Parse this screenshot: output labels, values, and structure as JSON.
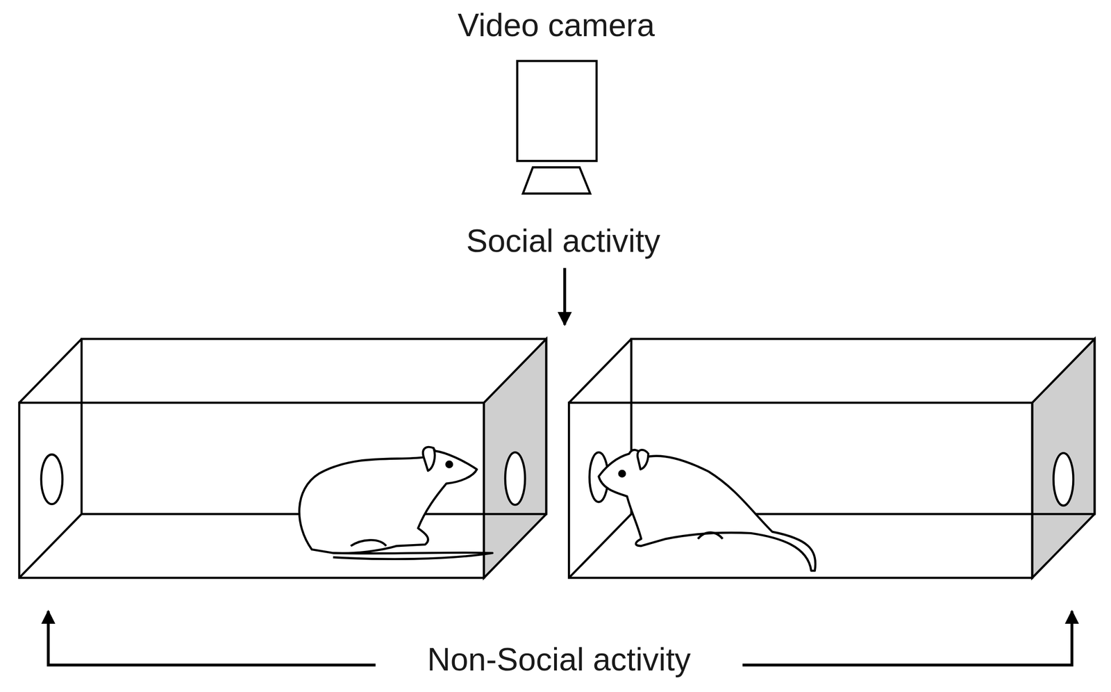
{
  "diagram": {
    "labels": [
      "Video camera",
      "Social activity",
      "Non-Social activity"
    ]
  }
}
